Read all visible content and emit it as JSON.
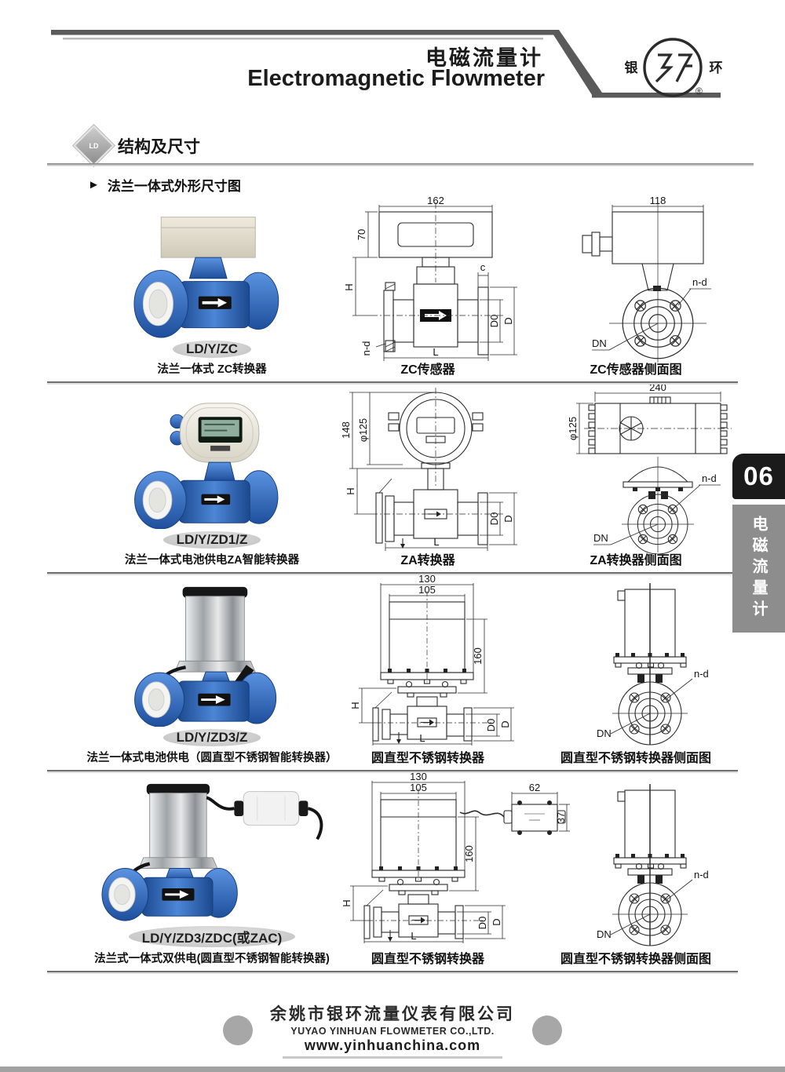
{
  "header": {
    "title_cn": "电磁流量计",
    "title_en": "Electromagnetic Flowmeter",
    "logo": {
      "left_char": "银",
      "right_char": "环",
      "reg": "®"
    }
  },
  "section": {
    "badge": "LD",
    "title": "结构及尺寸",
    "arrow": "►",
    "subtitle": "法兰一体式外形尺寸图"
  },
  "side_tab": {
    "number": "06",
    "label_vertical": "电磁流量计"
  },
  "rows": [
    {
      "model": "LD/Y/ZC",
      "desc": "法兰一体式 ZC转换器",
      "front": {
        "caption": "ZC传感器",
        "dims": {
          "top_width": "162",
          "head_height": "70",
          "height": "H",
          "flange_c": "c",
          "d0": "D0",
          "d": "D",
          "length": "L",
          "bolt": "n-d"
        }
      },
      "side": {
        "caption": "ZC传感器侧面图",
        "dims": {
          "top_width": "118",
          "bolt": "n-d",
          "dn": "DN"
        }
      }
    },
    {
      "model": "LD/Y/ZD1/Z",
      "desc": "法兰一体式电池供电ZA智能转换器",
      "front": {
        "caption": "ZA转换器",
        "dims": {
          "head_height": "148",
          "head_dia": "φ125",
          "height": "H",
          "d0": "D0",
          "d": "D",
          "length": "L"
        }
      },
      "side": {
        "caption": "ZA转换器侧面图",
        "dims": {
          "top_width": "240",
          "head_dia": "φ125",
          "bolt": "n-d",
          "dn": "DN"
        }
      }
    },
    {
      "model": "LD/Y/ZD3/Z",
      "desc": "法兰一体式电池供电（圆直型不锈钢智能转换器）",
      "front": {
        "caption": "圆直型不锈钢转换器",
        "dims": {
          "outer_width": "130",
          "inner_width": "105",
          "conv_height": "160",
          "height": "H",
          "d0": "D0",
          "d": "D",
          "length": "L"
        }
      },
      "side": {
        "caption": "圆直型不锈钢转换器侧面图",
        "dims": {
          "bolt": "n-d",
          "dn": "DN"
        }
      }
    },
    {
      "model": "LD/Y/ZD3/ZDC(或ZAC)",
      "desc": "法兰式一体式双供电(圆直型不锈钢智能转换器)",
      "front": {
        "caption": "圆直型不锈钢转换器",
        "dims": {
          "outer_width": "130",
          "inner_width": "105",
          "conv_height": "160",
          "height": "H",
          "d0": "D0",
          "d": "D",
          "length": "L",
          "box_width": "62",
          "box_height": "37"
        }
      },
      "side": {
        "caption": "圆直型不锈钢转换器侧面图",
        "dims": {
          "bolt": "n-d",
          "dn": "DN"
        }
      }
    }
  ],
  "footer": {
    "company_cn": "余姚市银环流量仪表有限公司",
    "company_en": "YUYAO YINHUAN FLOWMETER CO.,LTD.",
    "website": "www.yinhuanchina.com"
  }
}
